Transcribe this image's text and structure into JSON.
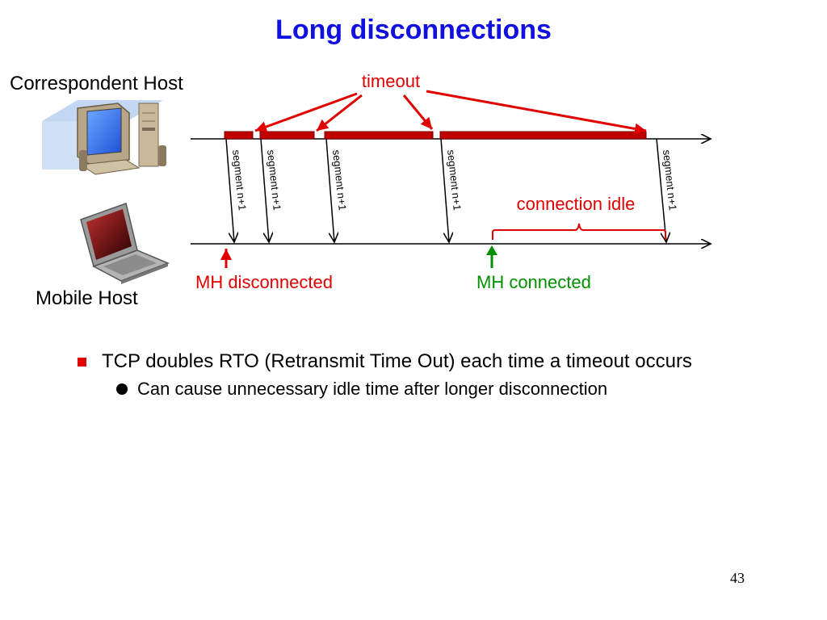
{
  "slide": {
    "title": "Long disconnections",
    "page_number": "43"
  },
  "colors": {
    "title": "#1010e0",
    "accent_red": "#e00000",
    "segment_fill": "#c00000",
    "accent_green": "#009000",
    "line": "#000000"
  },
  "hosts": {
    "correspondent": "Correspondent Host",
    "mobile": "Mobile Host"
  },
  "icons": {
    "correspondent": "desktop-computer-icon",
    "mobile": "laptop-icon"
  },
  "diagram": {
    "timeout_label": "timeout",
    "segment_label": "segment n+1",
    "idle_label": "connection idle",
    "disconnected_label": "MH disconnected",
    "connected_label": "MH connected"
  },
  "bullets": [
    {
      "text": "TCP doubles RTO (Retransmit Time Out) each time a timeout occurs",
      "sub": [
        "Can cause unnecessary idle time after longer disconnection"
      ]
    }
  ]
}
